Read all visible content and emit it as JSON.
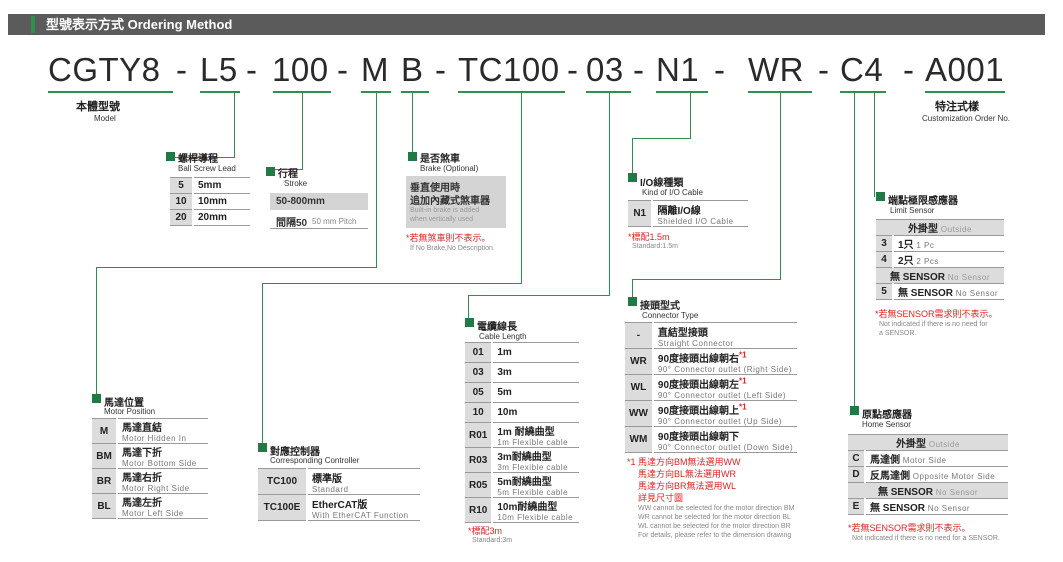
{
  "header": {
    "title": "型號表示方式 Ordering Method"
  },
  "code": [
    {
      "t": "CGTY8",
      "l": 48
    },
    {
      "t": "-",
      "l": 176
    },
    {
      "t": "L5",
      "l": 200
    },
    {
      "t": "-",
      "l": 246
    },
    {
      "t": "100",
      "l": 272
    },
    {
      "t": "-",
      "l": 337
    },
    {
      "t": "M",
      "l": 361
    },
    {
      "t": "B",
      "l": 401
    },
    {
      "t": "-",
      "l": 435
    },
    {
      "t": "TC100",
      "l": 458
    },
    {
      "t": "-",
      "l": 567
    },
    {
      "t": "03",
      "l": 586
    },
    {
      "t": "-",
      "l": 633
    },
    {
      "t": "N1",
      "l": 656
    },
    {
      "t": "-",
      "l": 714
    },
    {
      "t": "WR",
      "l": 748
    },
    {
      "t": "-",
      "l": 818
    },
    {
      "t": "C4",
      "l": 840
    },
    {
      "t": "-",
      "l": 903
    },
    {
      "t": "A001",
      "l": 925
    }
  ],
  "model": {
    "zh": "本體型號",
    "en": "Model"
  },
  "custom": {
    "zh": "特注式樣",
    "en": "Customization Order No."
  },
  "lead": {
    "zh": "螺桿導程",
    "en": "Ball Screw Lead",
    "rows": [
      {
        "k": "5",
        "v": "5mm"
      },
      {
        "k": "10",
        "v": "10mm"
      },
      {
        "k": "20",
        "v": "20mm"
      }
    ]
  },
  "stroke": {
    "zh": "行程",
    "en": "Stroke",
    "range": "50-800mm",
    "pitch_zh": "間隔50",
    "pitch_en": "50 mm Pitch"
  },
  "brake": {
    "zh": "是否煞車",
    "en": "Brake (Optional)",
    "box1": "垂直使用時",
    "box2": "追加內藏式煞車器",
    "box_en1": "Built-in brake is added",
    "box_en2": "when vertically used",
    "note": "*若無煞車則不表示。",
    "note_en": "If No Brake,No Description."
  },
  "io": {
    "zh": "I/O線種類",
    "en": "Kind of I/O Cable",
    "k": "N1",
    "v_zh": "隔離I/O線",
    "v_en": "Shielded I/O Cable",
    "note": "*標配1.5m",
    "note_en": "Standard:1.5m"
  },
  "limit": {
    "zh": "端點極限感應器",
    "en": "Limit Sensor",
    "hdr": "外掛型",
    "hdr_en": "Outside",
    "rows": [
      {
        "k": "3",
        "v": "1只",
        "e": "1 Pc"
      },
      {
        "k": "4",
        "v": "2只",
        "e": "2 Pcs"
      },
      {
        "k": "",
        "v": "無 SENSOR",
        "e": "No Sensor"
      },
      {
        "k": "5",
        "v": "無 SENSOR",
        "e": "No Sensor"
      }
    ],
    "note": "*若無SENSOR需求則不表示。",
    "note_en1": "Not indicated if there is no need for",
    "note_en2": "a SENSOR."
  },
  "cable": {
    "zh": "電纜線長",
    "en": "Cable Length",
    "rows": [
      {
        "k": "01",
        "v": "1m",
        "e": ""
      },
      {
        "k": "03",
        "v": "3m",
        "e": ""
      },
      {
        "k": "05",
        "v": "5m",
        "e": ""
      },
      {
        "k": "10",
        "v": "10m",
        "e": ""
      },
      {
        "k": "R01",
        "v": "1m 耐繞曲型",
        "e": "1m Flexible cable"
      },
      {
        "k": "R03",
        "v": "3m耐繞曲型",
        "e": "3m Flexible cable"
      },
      {
        "k": "R05",
        "v": "5m耐繞曲型",
        "e": "5m Flexible cable"
      },
      {
        "k": "R10",
        "v": "10m耐繞曲型",
        "e": "10m Flexible cable"
      }
    ],
    "note": "*標配3m",
    "note_en": "Standard:3m"
  },
  "connector": {
    "zh": "接頭型式",
    "en": "Connector Type",
    "rows": [
      {
        "k": "-",
        "v": "直結型接頭",
        "s": "",
        "e": "Straight Connector"
      },
      {
        "k": "WR",
        "v": "90度接頭出線朝右",
        "s": "*1",
        "e": "90° Connector outlet (Right Side)"
      },
      {
        "k": "WL",
        "v": "90度接頭出線朝左",
        "s": "*1",
        "e": "90° Connector outlet (Left Side)"
      },
      {
        "k": "WW",
        "v": "90度接頭出線朝上",
        "s": "*1",
        "e": "90° Connector outlet (Up Side)"
      },
      {
        "k": "WM",
        "v": "90度接頭出線朝下",
        "s": "",
        "e": "90° Connector outlet (Down Side)"
      }
    ],
    "note1": "*1 馬達方向BM無法選用WW",
    "note2": "馬達方向BL無法選用WR",
    "note3": "馬達方向BR無法選用WL",
    "note4": "詳見尺寸圖",
    "en1": "WW cannot be selected for the motor direction BM",
    "en2": "WR cannot be selected for the motor direction BL",
    "en3": "WL cannot be selected for the motor direction BR",
    "en4": "For details, please refer to the dimension drawing"
  },
  "home": {
    "zh": "原點感應器",
    "en": "Home Sensor",
    "hdr": "外掛型",
    "hdr_en": "Outside",
    "rows": [
      {
        "k": "C",
        "v": "馬達側",
        "e": "Motor Side"
      },
      {
        "k": "D",
        "v": "反馬達側",
        "e": "Opposite Motor Side"
      },
      {
        "k": "",
        "v": "無 SENSOR",
        "e": "No Sensor"
      },
      {
        "k": "E",
        "v": "無 SENSOR",
        "e": "No Sensor"
      }
    ],
    "note": "*若無SENSOR需求則不表示。",
    "note_en": "Not indicated if there is no need for a SENSOR."
  },
  "motor": {
    "zh": "馬達位置",
    "en": "Motor Position",
    "rows": [
      {
        "k": "M",
        "v": "馬達直結",
        "e": "Motor Hidden In"
      },
      {
        "k": "BM",
        "v": "馬達下折",
        "e": "Motor Bottom Side"
      },
      {
        "k": "BR",
        "v": "馬達右折",
        "e": "Motor Right Side"
      },
      {
        "k": "BL",
        "v": "馬達左折",
        "e": "Motor Left Side"
      }
    ]
  },
  "controller": {
    "zh": "對應控制器",
    "en": "Corresponding Controller",
    "rows": [
      {
        "k": "TC100",
        "v": "標準版",
        "e": "Standard"
      },
      {
        "k": "TC100E",
        "v": "EtherCAT版",
        "e": "With EtherCAT Function"
      }
    ]
  }
}
